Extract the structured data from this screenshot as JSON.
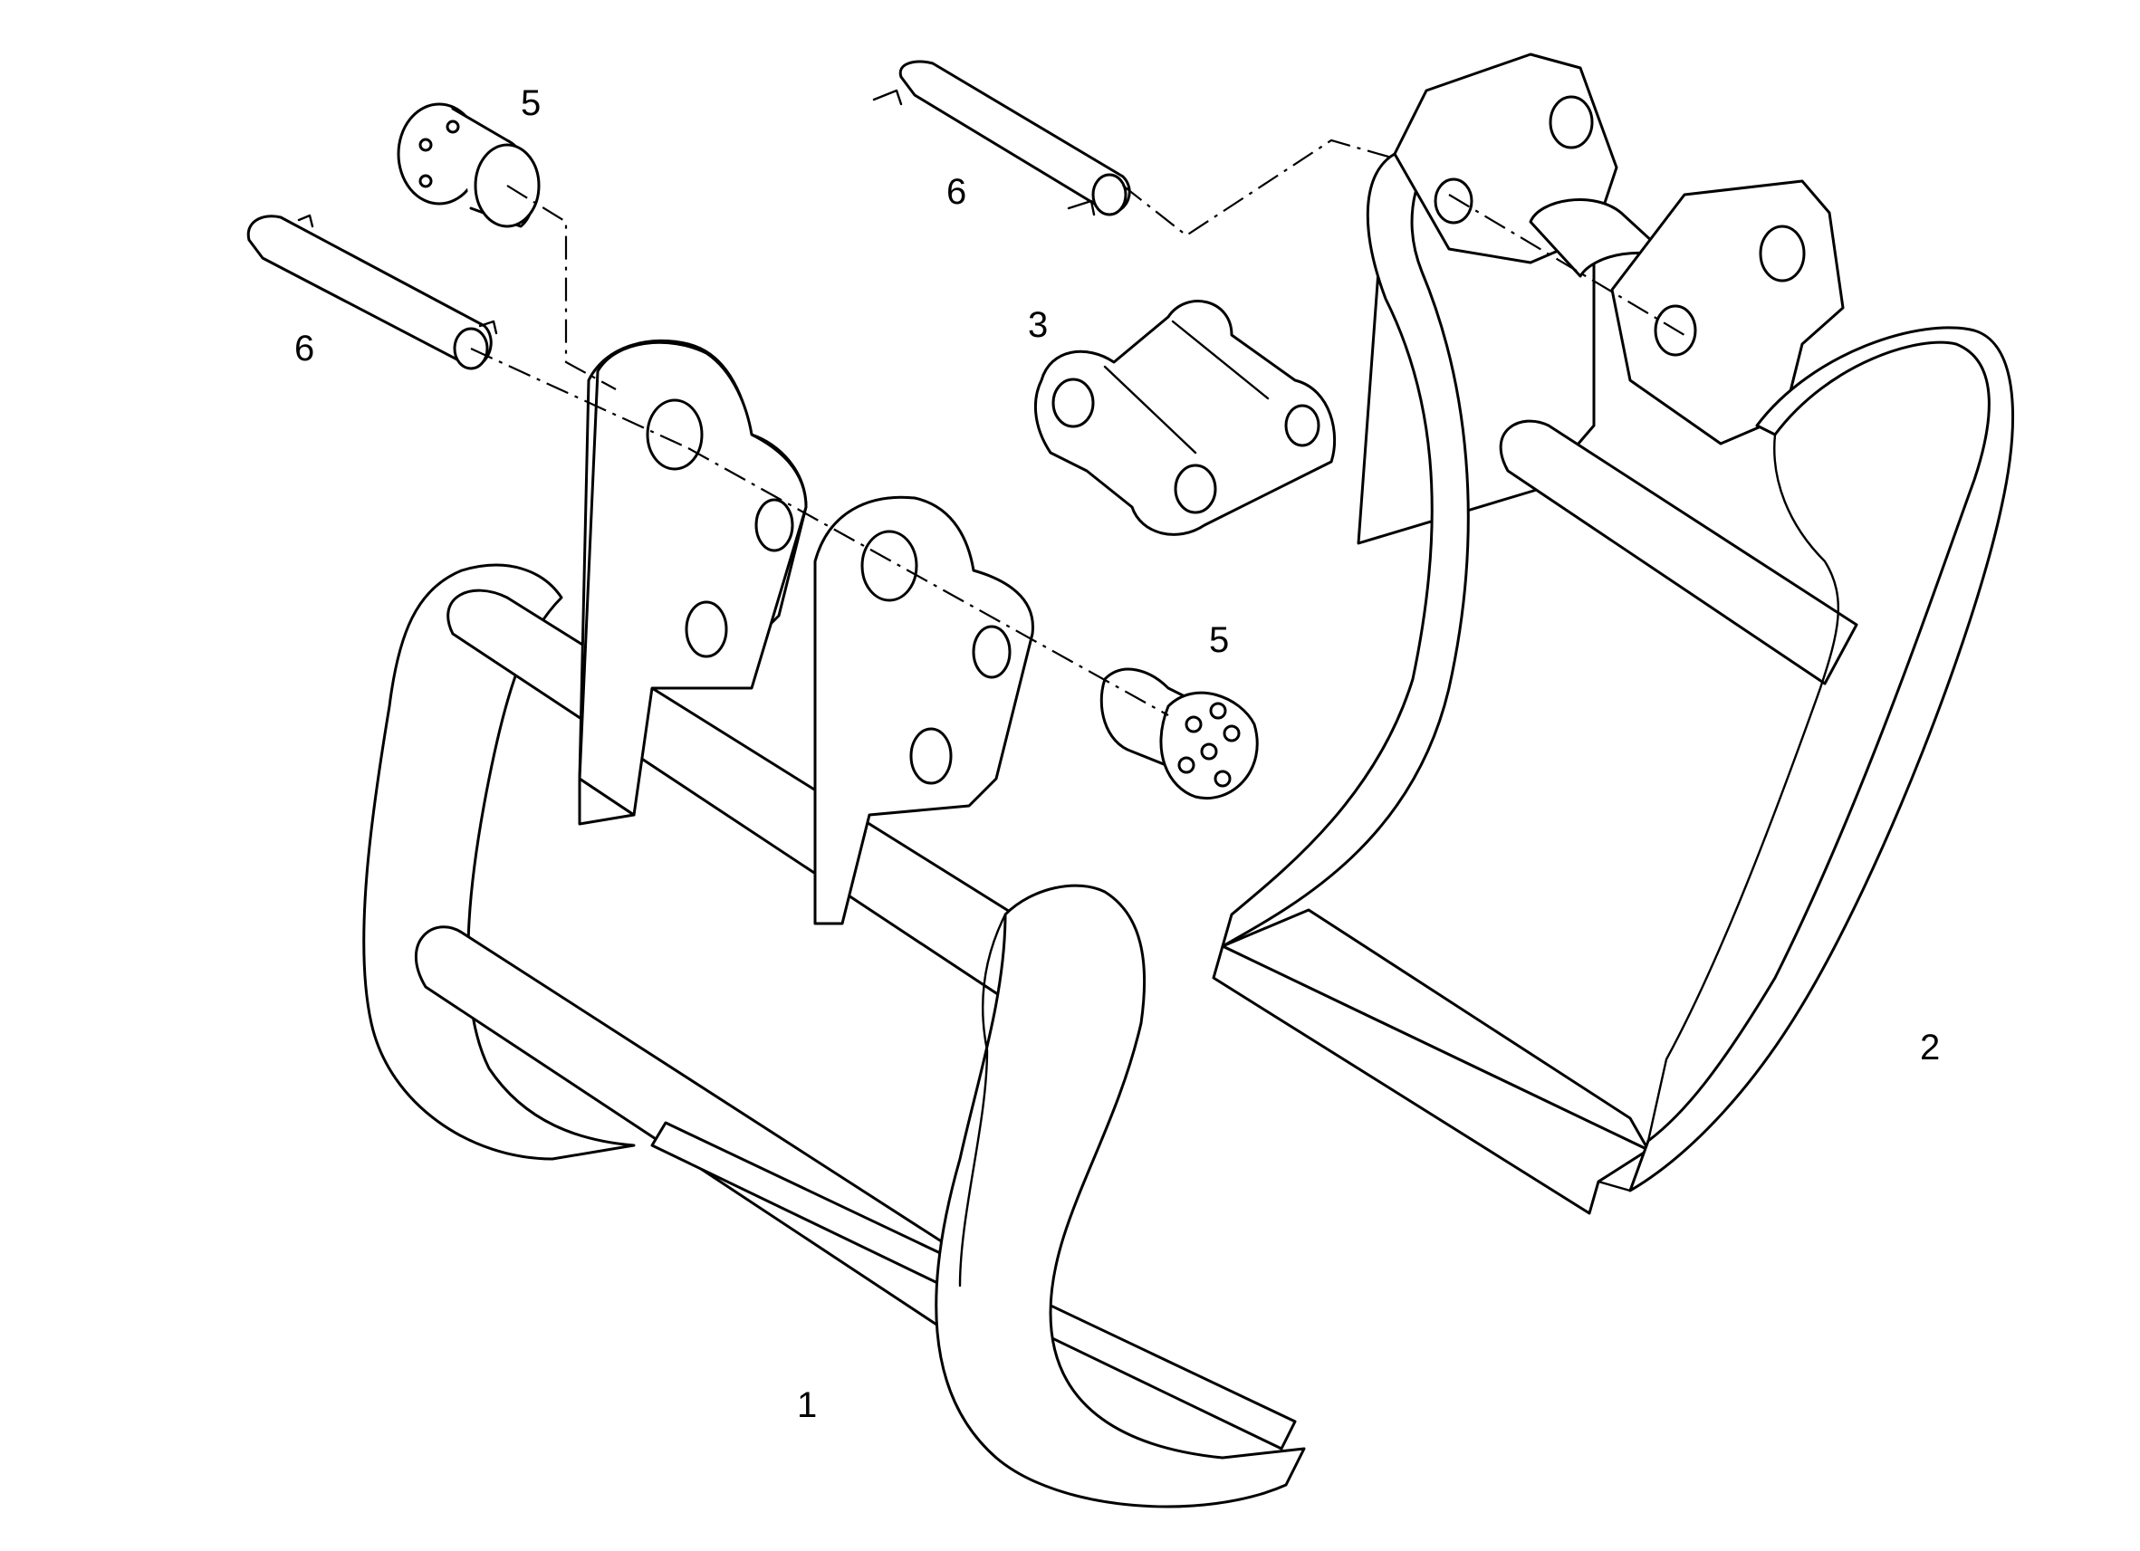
{
  "diagram": {
    "callouts": [
      {
        "id": "1",
        "text": "1"
      },
      {
        "id": "2",
        "text": "2"
      },
      {
        "id": "3",
        "text": "3"
      },
      {
        "id": "5a",
        "text": "5"
      },
      {
        "id": "5b",
        "text": "5"
      },
      {
        "id": "6a",
        "text": "6"
      },
      {
        "id": "6b",
        "text": "6"
      }
    ]
  },
  "colors": {
    "line": "#000000",
    "background": "#ffffff"
  }
}
